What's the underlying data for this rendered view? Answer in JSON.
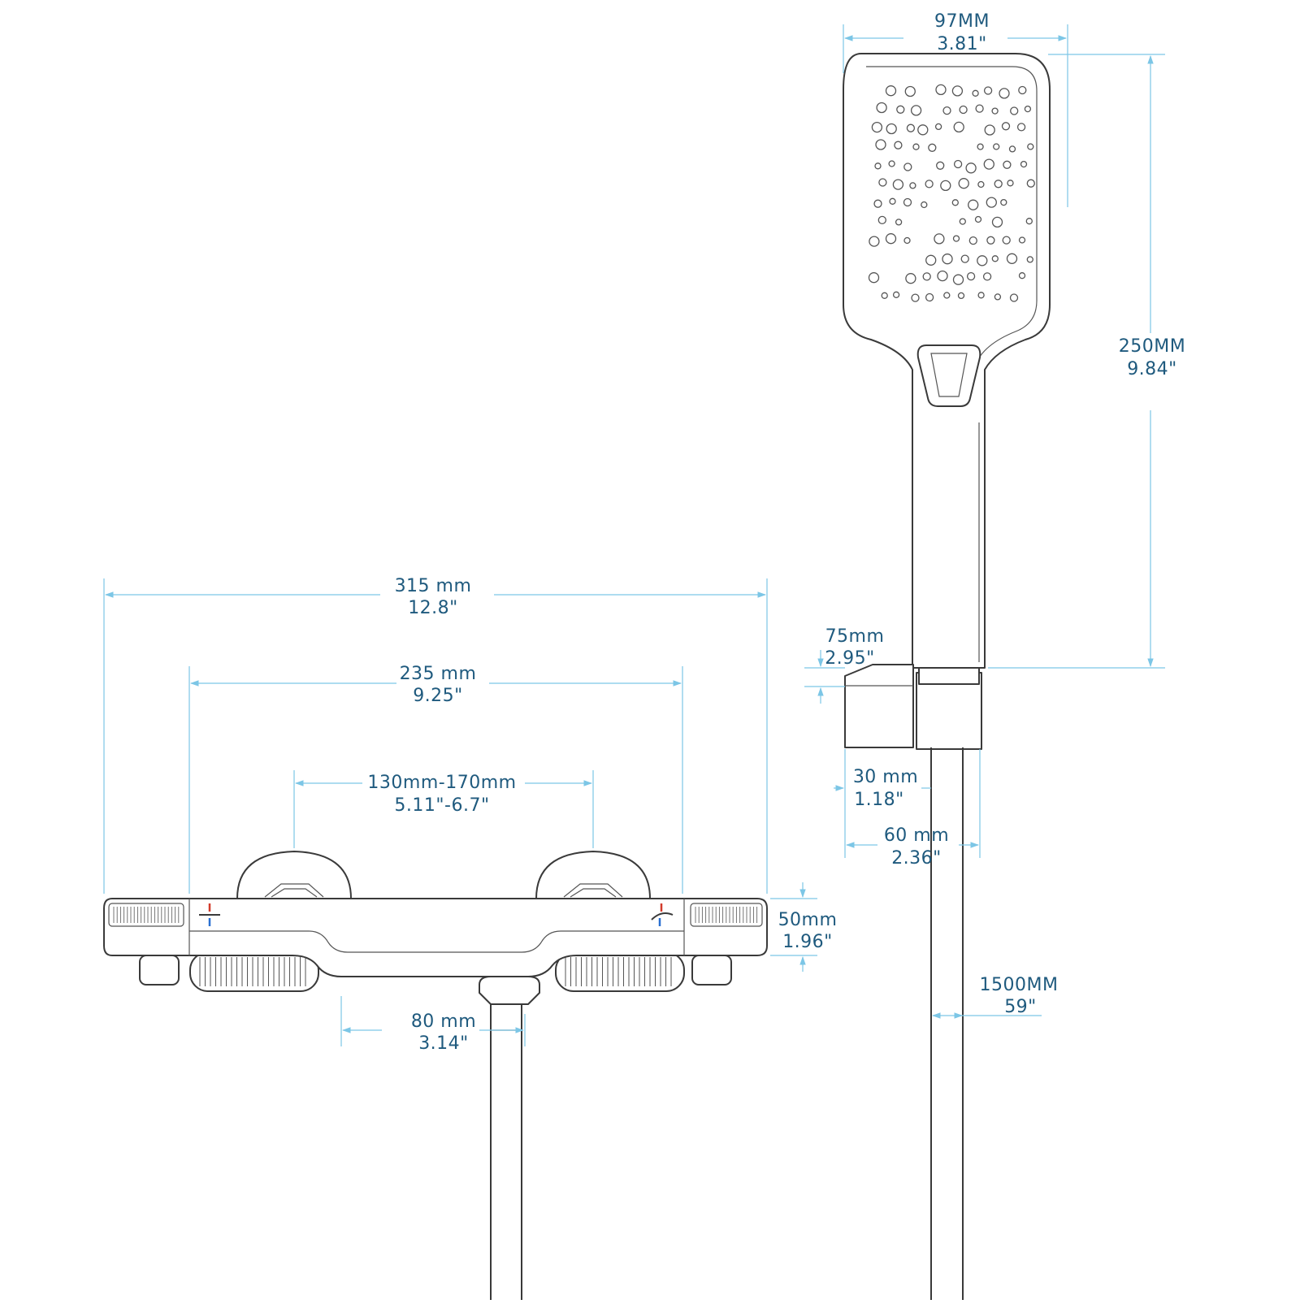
{
  "dimensions": {
    "head_width": {
      "mm": "97MM",
      "in": "3.81\""
    },
    "handset_length": {
      "mm": "250MM",
      "in": "9.84\""
    },
    "overall_width": {
      "mm": "315 mm",
      "in": "12.8\""
    },
    "body_width": {
      "mm": "235 mm",
      "in": "9.25\""
    },
    "inlet_spacing": {
      "mm": "130mm-170mm",
      "in": "5.11\"-6.7\""
    },
    "holder_depth": {
      "mm": "75mm",
      "in": "2.95\""
    },
    "holder_offset": {
      "mm": "30 mm",
      "in": "1.18\""
    },
    "holder_width": {
      "mm": "60 mm",
      "in": "2.36\""
    },
    "body_height": {
      "mm": "50mm",
      "in": "1.96\""
    },
    "outlet_offset": {
      "mm": "80 mm",
      "in": "3.14\""
    },
    "hose_length": {
      "mm": "1500MM",
      "in": "59\""
    }
  },
  "colors": {
    "dimension_line": "#7cc6e6",
    "dimension_text": "#1f5a7e",
    "outline": "#3a3a3a"
  },
  "icons": [
    "hot-cold-indicator-icon",
    "temperature-indicator-icon"
  ]
}
